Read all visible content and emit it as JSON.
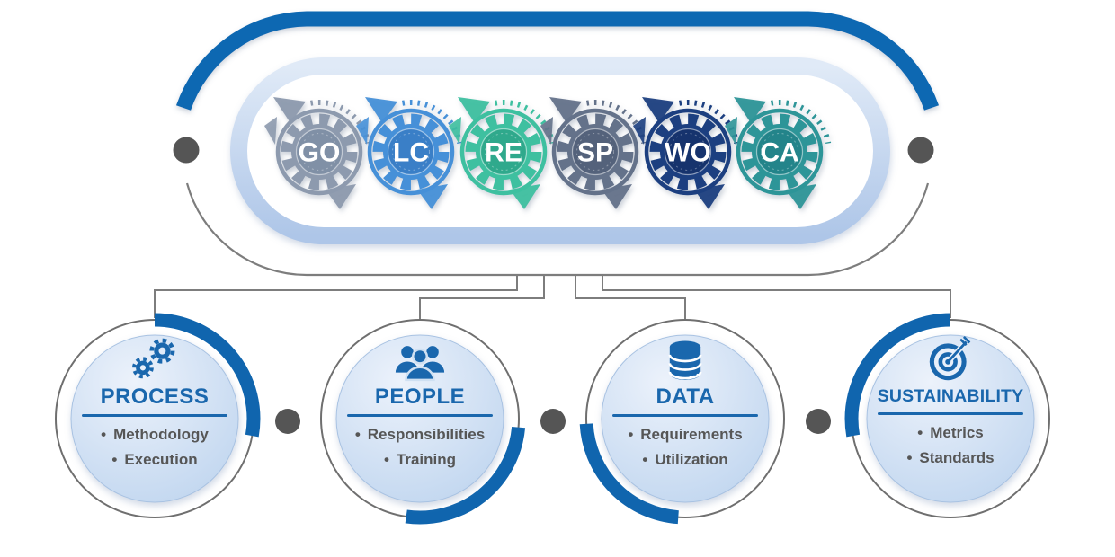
{
  "bullet": "•",
  "colors": {
    "accent_blue": "#1068b2",
    "card_arc_blue": "#1065ae",
    "title_blue": "#1a67ad",
    "connector_gray": "#7d7d7d",
    "outline_gray": "#6f6f6f",
    "dot_gray": "#555555",
    "bullet_text_gray": "#565656",
    "band_light_blue": "#e0eaf7",
    "band_deep_blue": "#aec6e8",
    "inner_circle_light": "#ecf2fb",
    "inner_circle_deep": "#bcd3ee"
  },
  "gears": [
    {
      "label": "GO",
      "color": "#8d9aae",
      "inner_color": "#8090a6"
    },
    {
      "label": "LC",
      "color": "#4690d8",
      "inner_color": "#3a7fc7"
    },
    {
      "label": "RE",
      "color": "#3ec0a0",
      "inner_color": "#2fa98c"
    },
    {
      "label": "SP",
      "color": "#64728a",
      "inner_color": "#54627b"
    },
    {
      "label": "WO",
      "color": "#1c3f80",
      "inner_color": "#16336d"
    },
    {
      "label": "CA",
      "color": "#2d9598",
      "inner_color": "#23848a"
    }
  ],
  "cards": [
    {
      "title": "PROCESS",
      "icon": "process-gears-icon",
      "items": [
        "Methodology",
        "Execution"
      ]
    },
    {
      "title": "PEOPLE",
      "icon": "people-icon",
      "items": [
        "Responsibilities",
        "Training"
      ]
    },
    {
      "title": "DATA",
      "icon": "database-icon",
      "items": [
        "Requirements",
        "Utilization"
      ]
    },
    {
      "title": "SUSTAINABILITY",
      "icon": "target-icon",
      "items": [
        "Metrics",
        "Standards"
      ]
    }
  ]
}
